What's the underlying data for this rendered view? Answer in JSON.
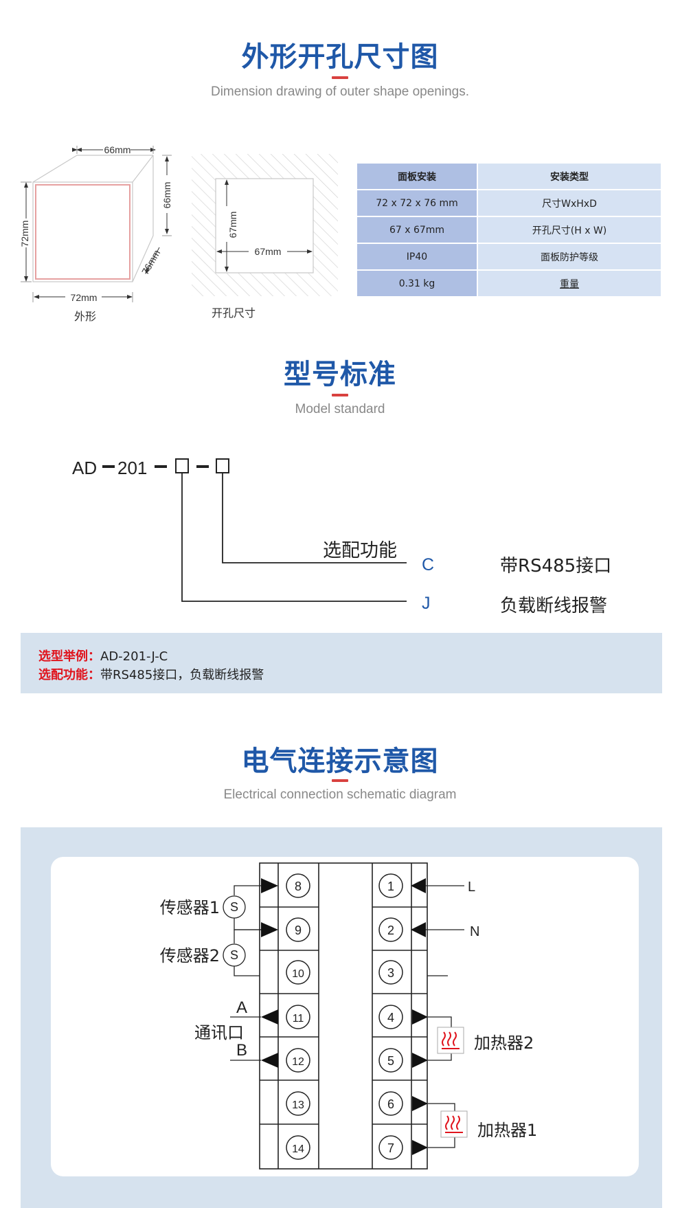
{
  "section1": {
    "title": "外形开孔尺寸图",
    "subtitle": "Dimension drawing of outer shape openings.",
    "shape": {
      "top": "66mm",
      "side": "66mm",
      "diag": "76mm",
      "left": "72mm",
      "bottom": "72mm",
      "caption": "外形"
    },
    "cutout": {
      "height": "67mm",
      "width": "67mm",
      "caption": "开孔尺寸"
    },
    "table": {
      "headers": [
        "面板安装",
        "安装类型"
      ],
      "rows": [
        [
          "72 x 72 x 76 mm",
          "尺寸WxHxD"
        ],
        [
          "67 x 67mm",
          "开孔尺寸(H x W)"
        ],
        [
          "IP40",
          "面板防护等级"
        ],
        [
          "0.31 kg",
          "重量"
        ]
      ]
    }
  },
  "section2": {
    "title": "型号标准",
    "subtitle": "Model standard",
    "model": {
      "prefix": "AD",
      "number": "201"
    },
    "options_label": "选配功能",
    "options": [
      {
        "code": "C",
        "desc": "带RS485接口"
      },
      {
        "code": "J",
        "desc": "负载断线报警"
      }
    ],
    "example": {
      "k1": "选型举例：",
      "v1": "AD-201-J-C",
      "k2": "选配功能：",
      "v2": "带RS485接口，负载断线报警"
    }
  },
  "section3": {
    "title": "电气连接示意图",
    "subtitle": "Electrical connection schematic diagram",
    "left_terminals": [
      "8",
      "9",
      "10",
      "11",
      "12",
      "13",
      "14"
    ],
    "right_terminals": [
      "1",
      "2",
      "3",
      "4",
      "5",
      "6",
      "7"
    ],
    "labels": {
      "sensor1": "传感器1",
      "sensor2": "传感器2",
      "s": "S",
      "comm": "通讯口",
      "a": "A",
      "b": "B",
      "l": "L",
      "n": "N",
      "heater2": "加热器2",
      "heater1": "加热器1"
    }
  },
  "colors": {
    "title_blue": "#1f58a8",
    "accent_red": "#d9413f",
    "band": "#d6e2ee"
  }
}
